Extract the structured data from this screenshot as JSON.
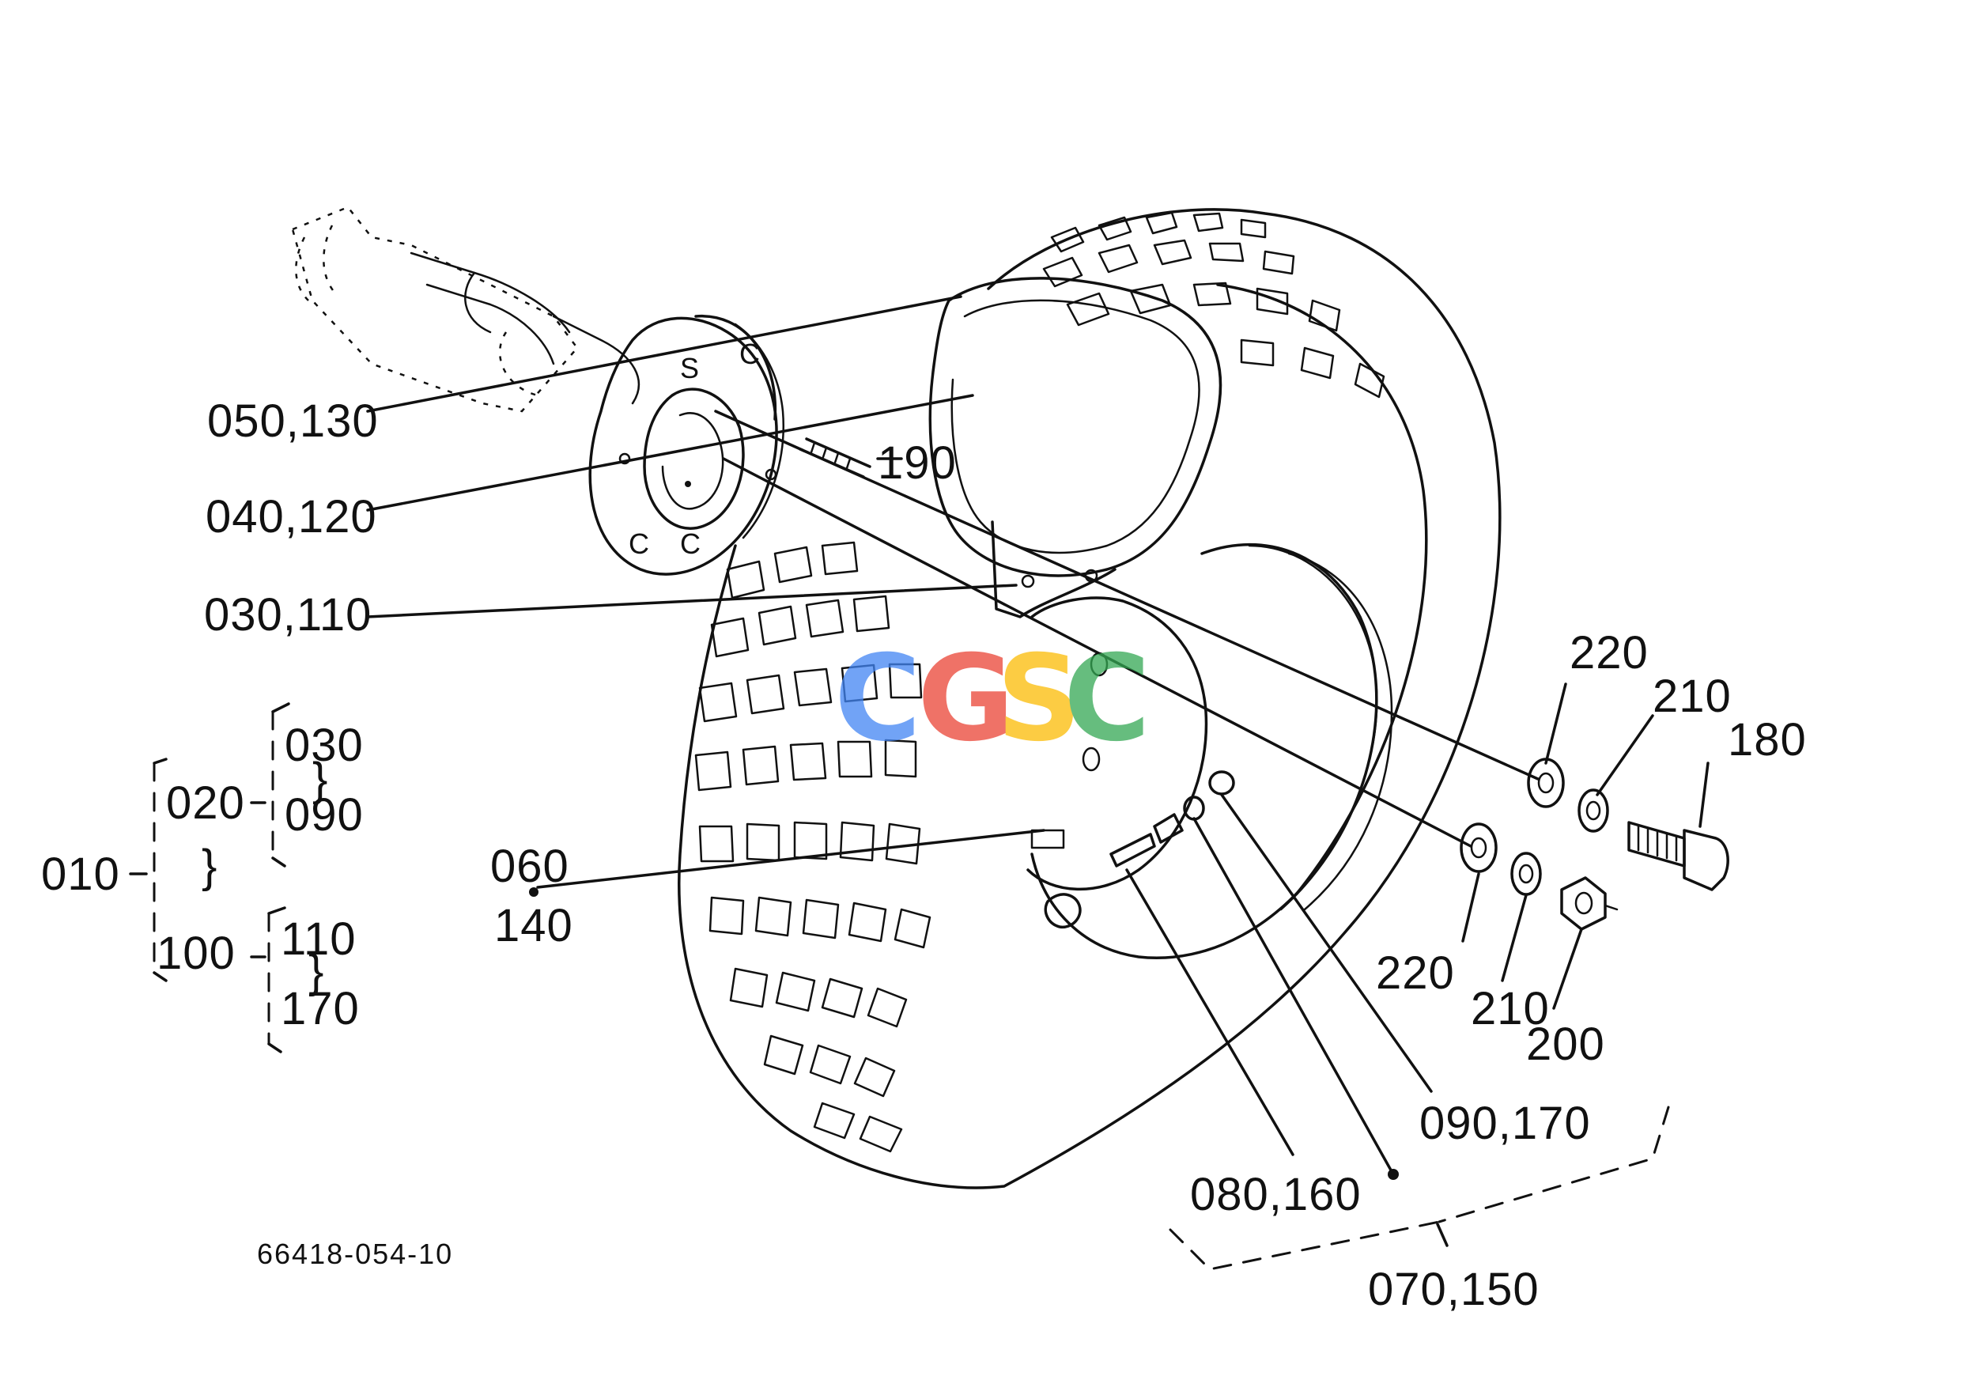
{
  "drawing_number": "66418-054-10",
  "watermark": {
    "letters": [
      "C",
      "G",
      "S",
      "C"
    ],
    "colors": [
      "#4285F4",
      "#EA4335",
      "#FBBC05",
      "#34A853"
    ]
  },
  "callouts": {
    "c050_130": "050,130",
    "c040_120": "040,120",
    "c030_110": "030,110",
    "c060": "060",
    "c140": "140",
    "c190": "190",
    "c220_top": "220",
    "c210_top": "210",
    "c180": "180",
    "c220_bottom": "220",
    "c210_bottom": "210",
    "c200": "200",
    "c090_170": "090,170",
    "c080_160": "080,160",
    "c070_150": "070,150"
  },
  "tree": {
    "root": "010",
    "group_a": "020",
    "group_a_from": "030",
    "group_a_to": "090",
    "group_b": "100",
    "group_b_from": "110",
    "group_b_to": "170",
    "range_symbol": "}"
  }
}
